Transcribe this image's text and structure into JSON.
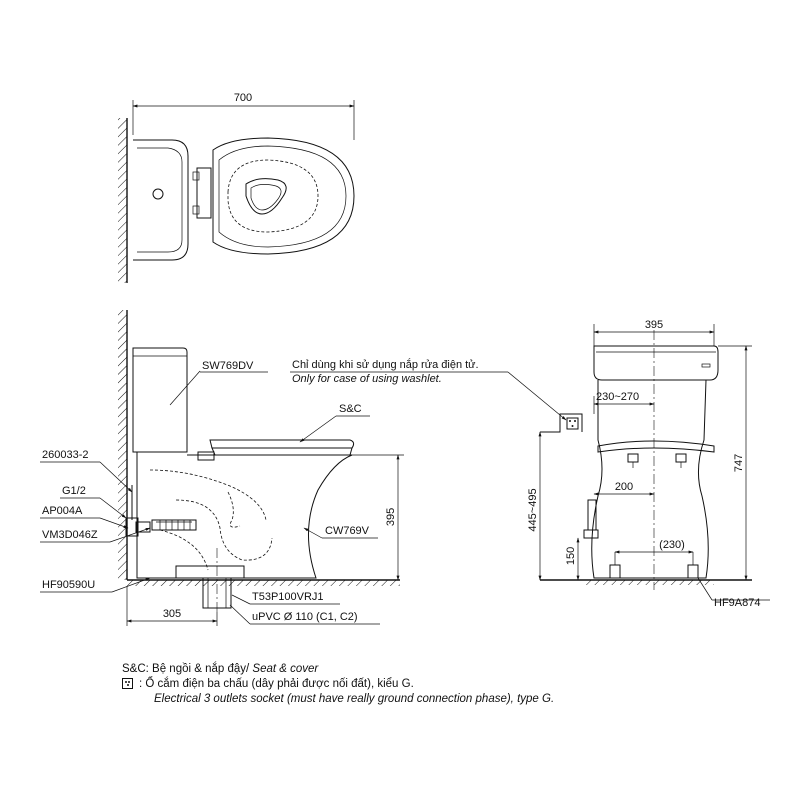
{
  "top_view": {
    "width_dim": "700"
  },
  "side_view": {
    "dim_height": "395",
    "dim_depth": "305",
    "labels": {
      "tank": "SW769DV",
      "seat": "S&C",
      "bowl": "CW769V",
      "hose": "260033-2",
      "thread": "G1/2",
      "valve": "AP004A",
      "trap": "VM3D046Z",
      "flange": "HF90590U",
      "outlet": "T53P100VRJ1",
      "pipe": "uPVC Ø 110 (C1, C2)"
    },
    "washlet_note_vi": "Chỉ dùng khi sử dụng nắp rửa điện tử.",
    "washlet_note_en": "Only for case of using washlet."
  },
  "front_view": {
    "dim_width": "395",
    "dim_height": "747",
    "dim_socket_range": "230~270",
    "dim_socket_height": "445~495",
    "dim_inlet_offset": "200",
    "dim_inlet_height": "150",
    "dim_bolt_spacing": "(230)",
    "flange_label": "HF9A874"
  },
  "notes": {
    "sc_prefix": "S&C: Bệ ngồi & nắp đậy/",
    "sc_en": "Seat & cover",
    "socket_vi": ": Ổ cắm điện ba chấu (dây phải được nối đất), kiểu G.",
    "socket_en": "Electrical 3 outlets socket (must have really ground connection phase), type G."
  },
  "icons": {
    "socket": "socket-icon",
    "wall": "wall-hatch-icon"
  }
}
